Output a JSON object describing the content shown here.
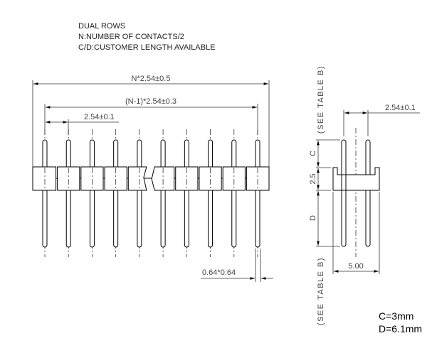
{
  "notes": [
    "DUAL ROWS",
    "N:NUMBER OF CONTACTS/2",
    "C/D:CUSTOMER LENGTH AVAILABLE"
  ],
  "front_view": {
    "overall_length": "N*2.54±0.5",
    "pitch_span": "(N-1)*2.54±0.3",
    "pitch": "2.54±0.1",
    "pin_section": "0.64*0.64",
    "pin_count_shown": 10
  },
  "side_view": {
    "row_pitch": "2.54±0.1",
    "dim_c": "C",
    "dim_body": "2.5",
    "dim_d": "D",
    "width": "5.00",
    "see_table_top": "(SEE TABLE B)",
    "see_table_bottom": "(SEE TABLE B)"
  },
  "values": {
    "c": "C=3mm",
    "d": "D=6.1mm"
  }
}
